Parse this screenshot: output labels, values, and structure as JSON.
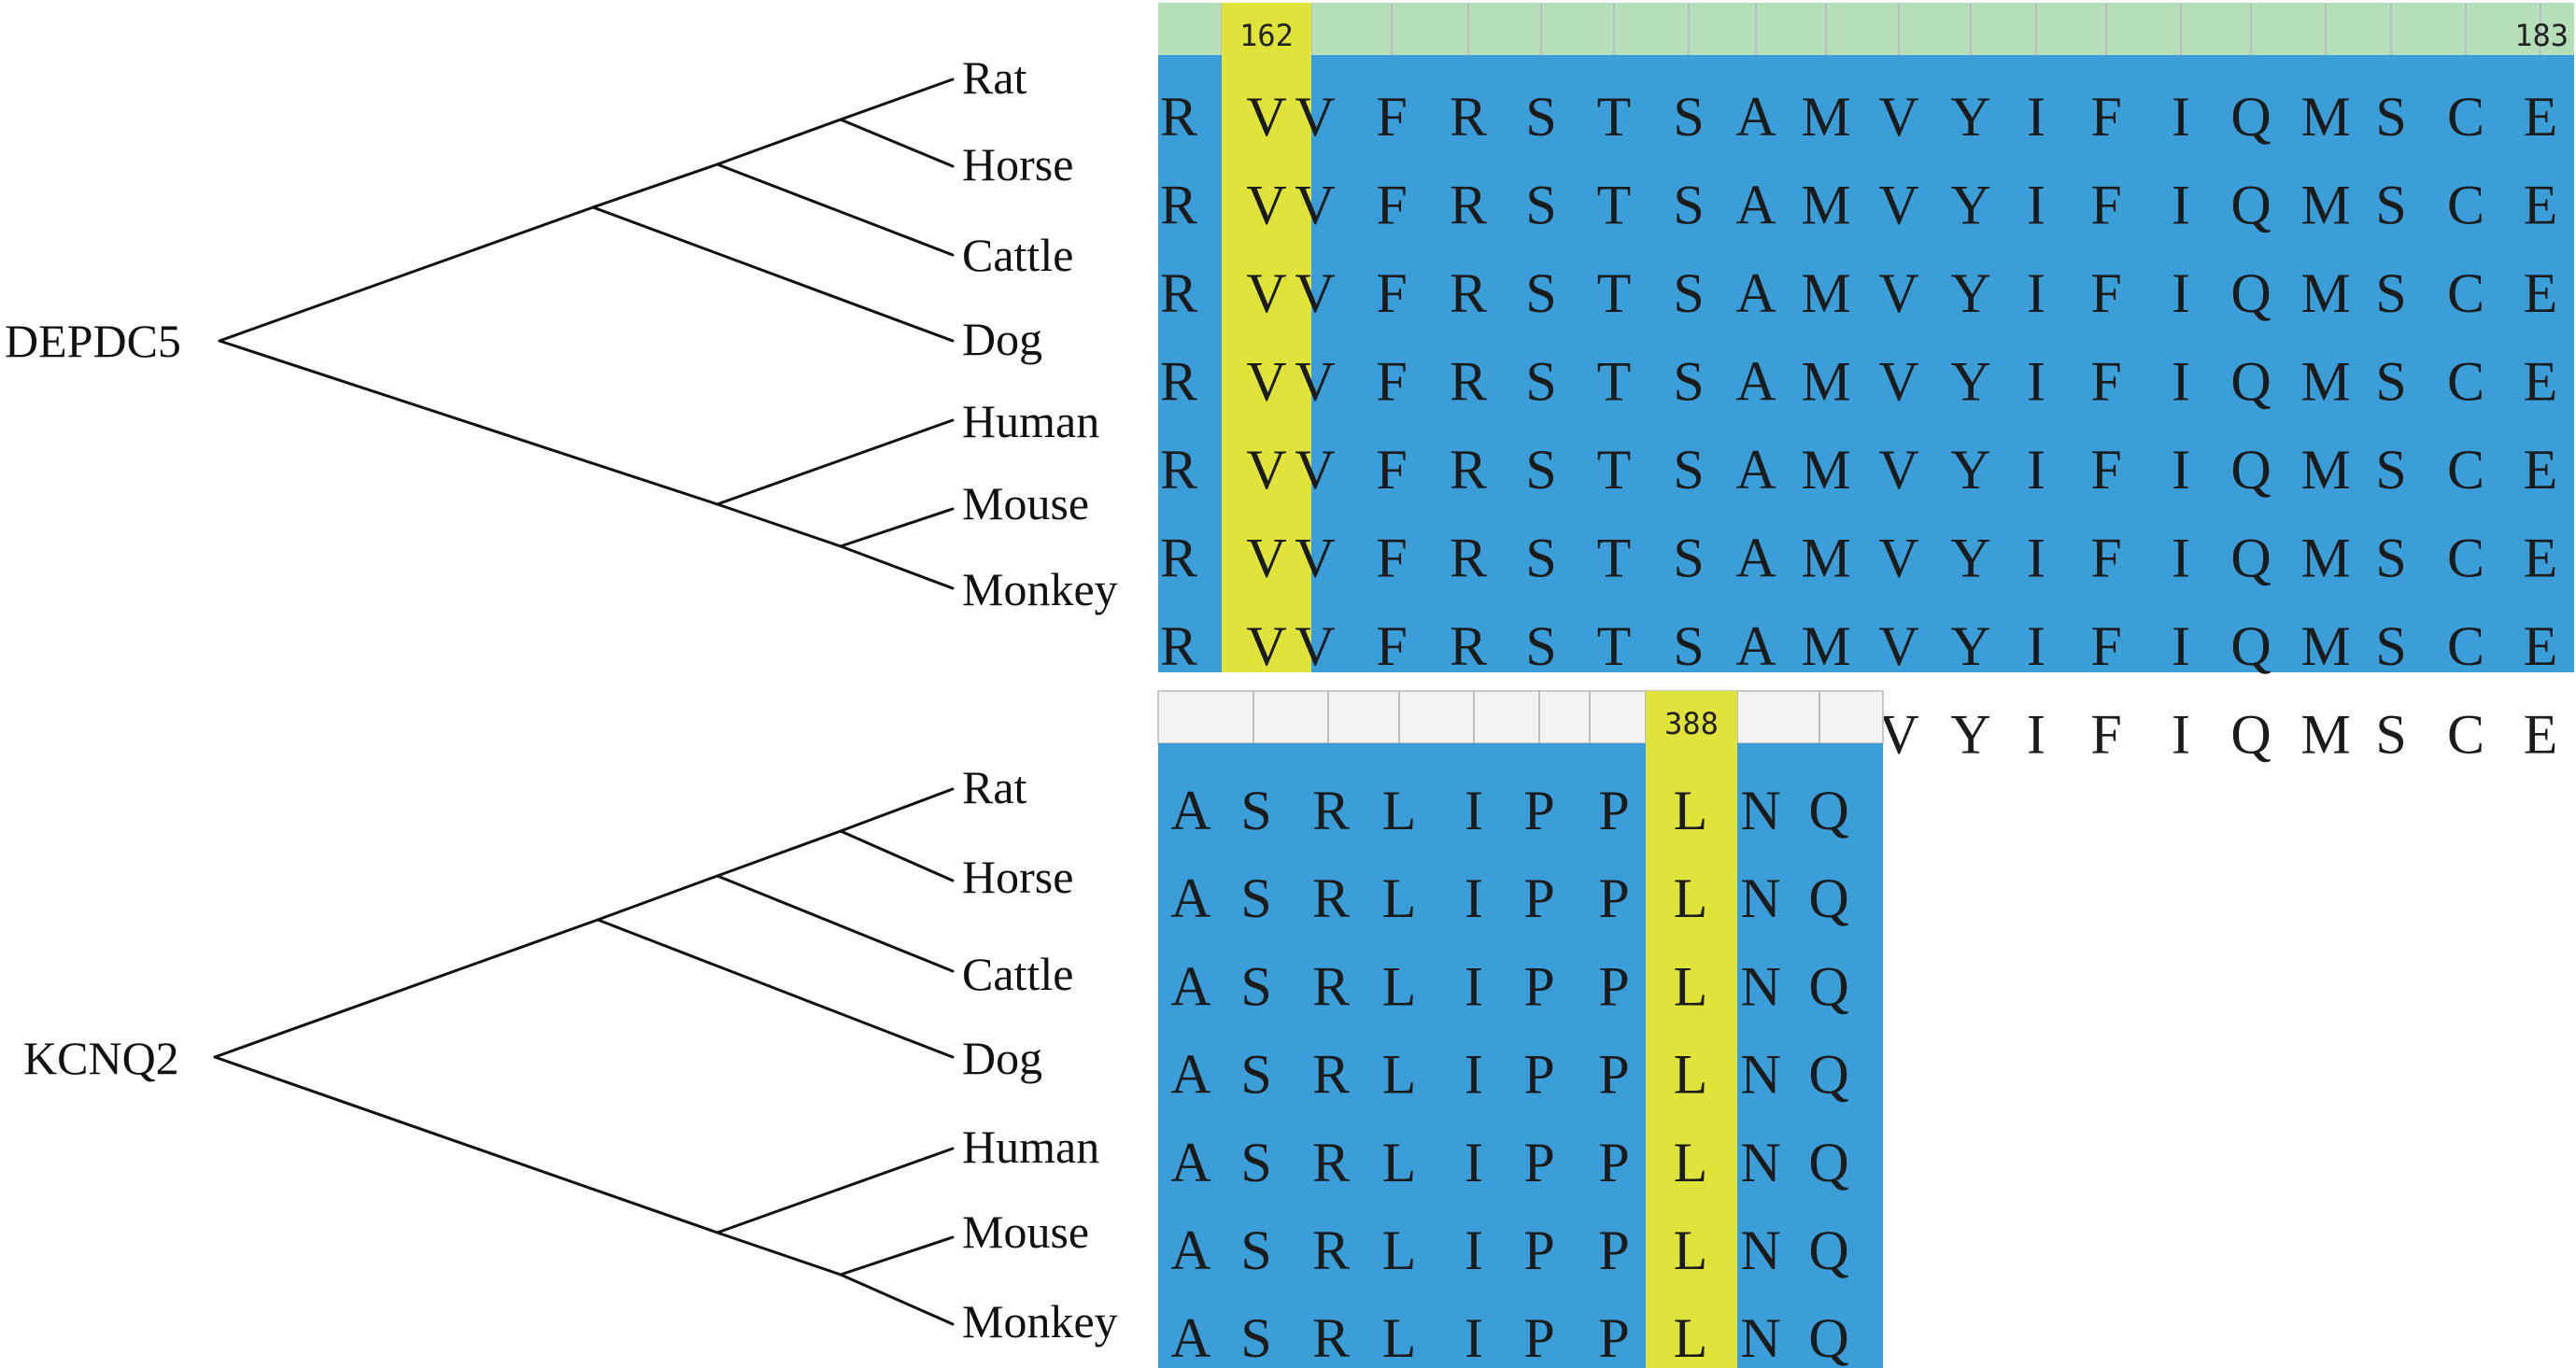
{
  "panels": [
    {
      "gene": "DEPDC5",
      "species": [
        "Rat",
        "Horse",
        "Cattle",
        "Dog",
        "Human",
        "Mouse",
        "Monkey"
      ],
      "ruler_numbers": [
        "162",
        "183"
      ],
      "highlight_column": 1,
      "colors": {
        "ruler": "#b5dfb8",
        "alignment": "#3b9ed8",
        "highlight": "#dfe33a"
      },
      "sequences": [
        "RVVFRSTSAMVYIFIQMSCE",
        "RVVFRSTSAMVYIFIQMSCE",
        "RVVFRSTSAMVYIFIQMSCE",
        "RVVFRSTSAMVYIFIQMSCE",
        "RVVFRSTSAMVYIFIQMSCE",
        "RVVFRSTSAMVYIFIQMSCE",
        "RVVFRSTSAMVYIFIQMSCE",
        "RVVFRSTSAMVYIFIQMSCE"
      ]
    },
    {
      "gene": "KCNQ2",
      "species": [
        "Rat",
        "Horse",
        "Cattle",
        "Dog",
        "Human",
        "Mouse",
        "Monkey"
      ],
      "ruler_numbers": [
        "388"
      ],
      "highlight_column": 7,
      "colors": {
        "ruler": "#f3f3f3",
        "alignment": "#3b9ed8",
        "highlight": "#dfe33a"
      },
      "sequences": [
        "ASRLIPPLNQ",
        "ASRLIPPLNQ",
        "ASRLIPPLNQ",
        "ASRLIPPLNQ",
        "ASRLIPPLNQ",
        "ASRLIPPLNQ",
        "ASRLIPPLNQ"
      ]
    }
  ]
}
